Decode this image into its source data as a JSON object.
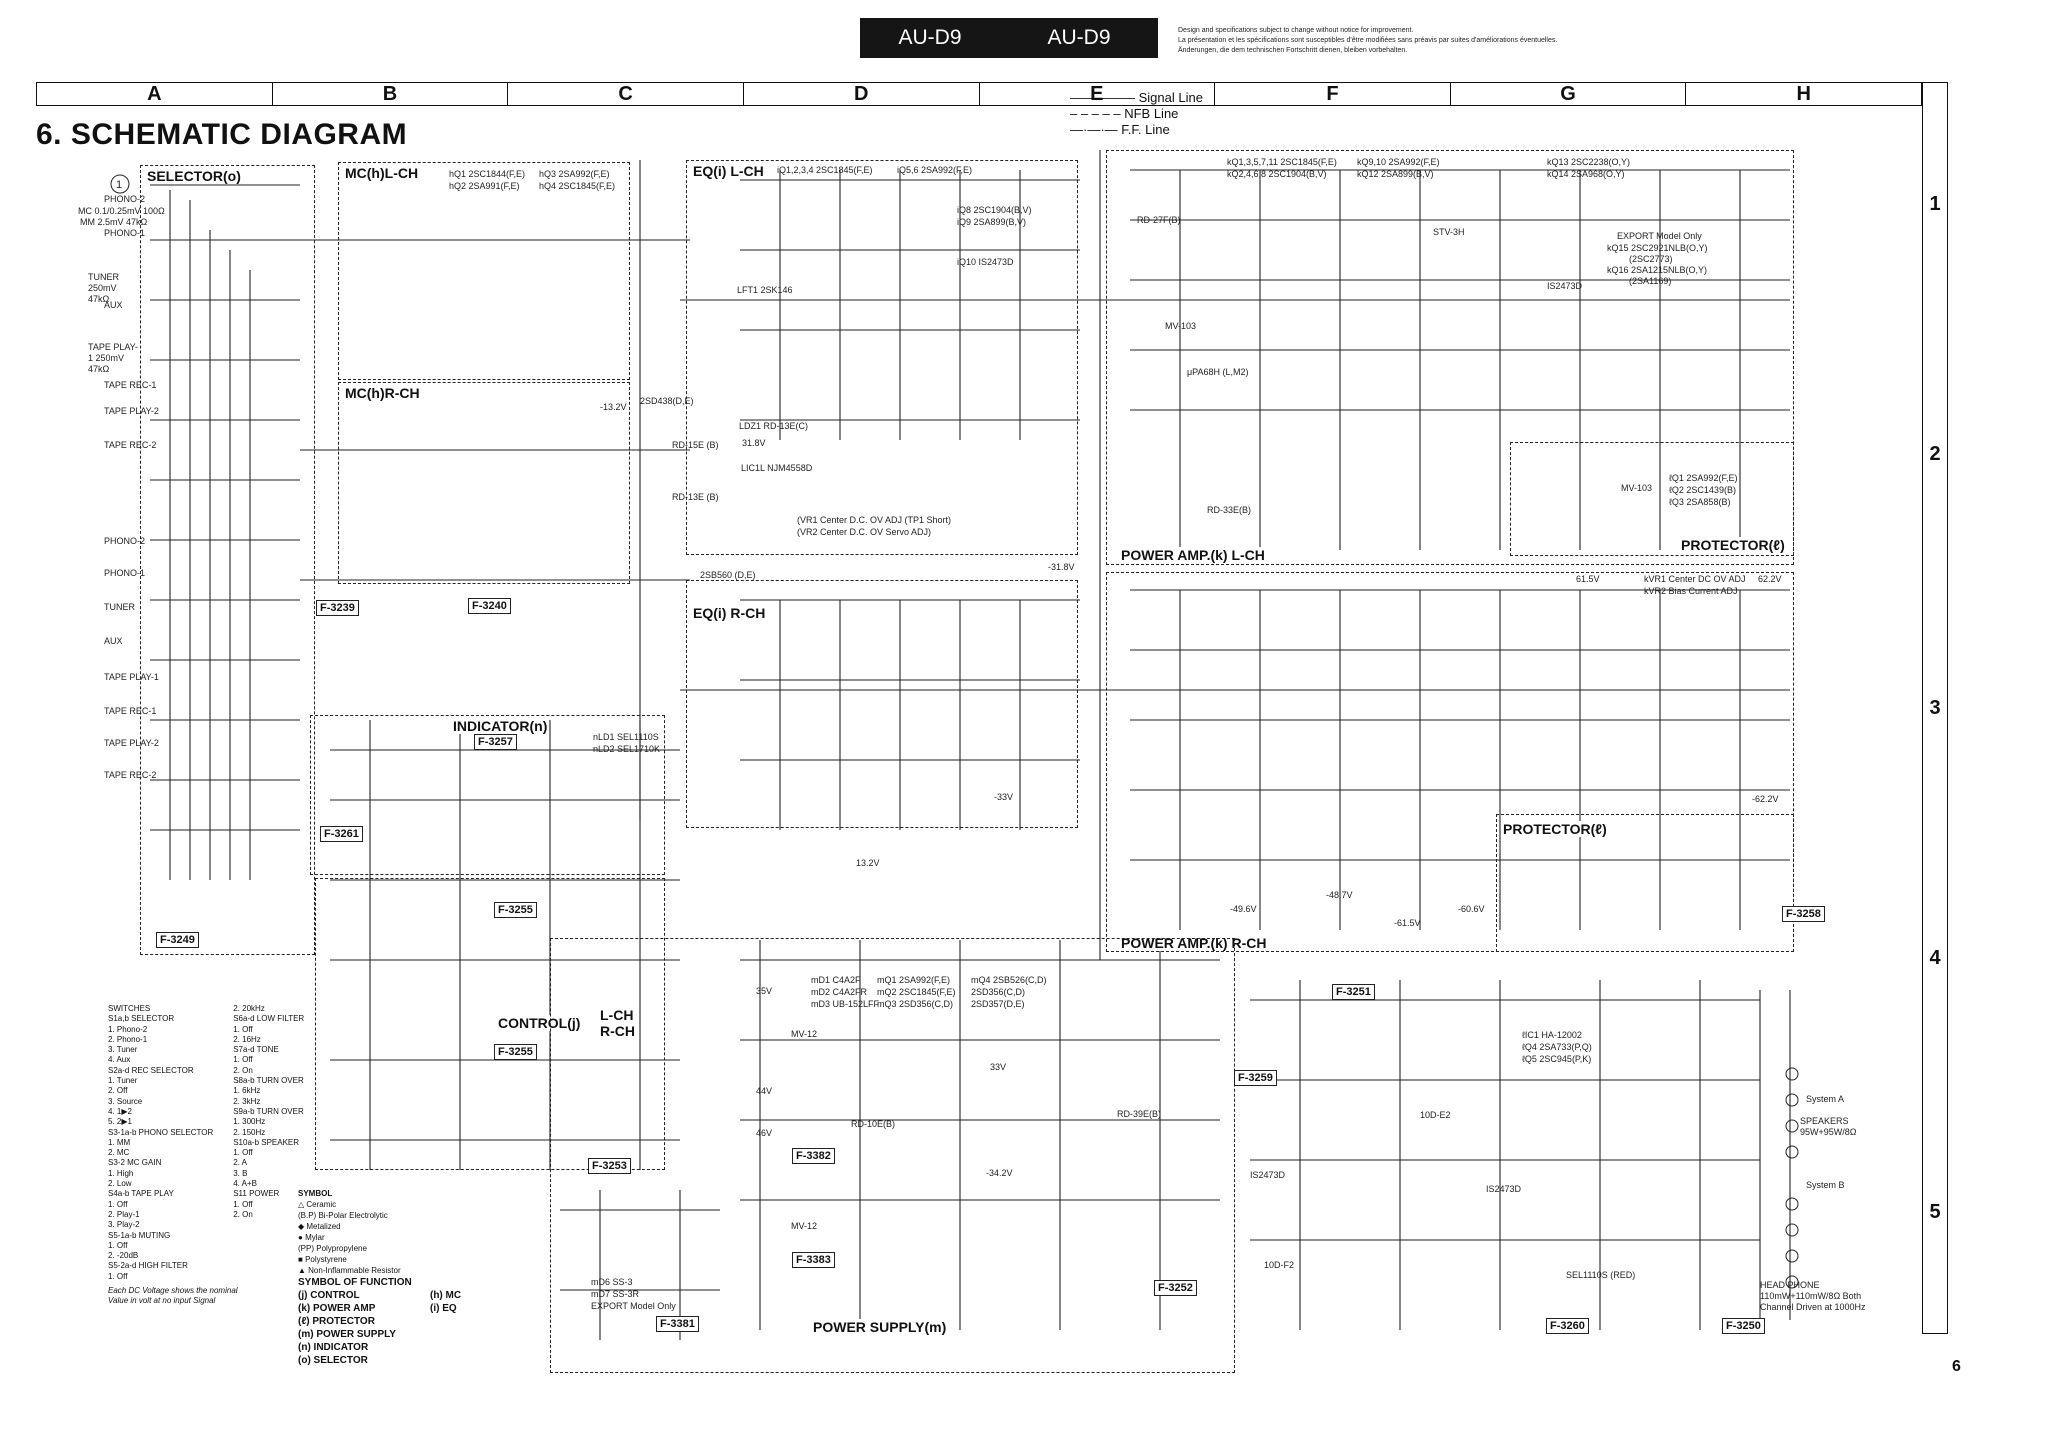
{
  "header": {
    "model_a": "AU-D9",
    "model_b": "AU-D9",
    "notes": [
      "Design and specifications subject to change without notice for improvement.",
      "La présentation et les spécifications sont susceptibles d'être modifiées sans préavis par suites d'améliorations éventuelles.",
      "Änderungen, die dem technischen Fortschritt dienen, bleiben vorbehalten."
    ]
  },
  "columns": [
    "A",
    "B",
    "C",
    "D",
    "E",
    "F",
    "G",
    "H"
  ],
  "rows": [
    "1",
    "2",
    "3",
    "4",
    "5"
  ],
  "line_legend": [
    "Signal Line",
    "NFB Line",
    "F.F. Line"
  ],
  "title": "6. SCHEMATIC DIAGRAM",
  "blocks": {
    "selector": "SELECTOR(o)",
    "mc_l": "MC(h)L-CH",
    "mc_r": "MC(h)R-CH",
    "eq_l": "EQ(i) L-CH",
    "eq_r": "EQ(i) R-CH",
    "pa_l": "POWER AMP.(k) L-CH",
    "pa_r": "POWER AMP.(k) R-CH",
    "prot_top": "PROTECTOR(ℓ)",
    "prot_bot": "PROTECTOR(ℓ)",
    "indicator": "INDICATOR(n)",
    "control": "CONTROL(j)",
    "ctl_l": "L-CH",
    "ctl_r": "R-CH",
    "psu": "POWER SUPPLY(m)"
  },
  "parts": {
    "mc_l": [
      "hQ1 2SC1844(F,E)",
      "hQ2 2SA991(F,E)",
      "hQ3 2SA992(F,E)",
      "hQ4 2SC1845(F,E)"
    ],
    "eq_l": [
      "iQ1,2,3,4 2SC1845(F,E)",
      "iQ5,6 2SA992(F,E)",
      "iQ8 2SC1904(B,V)",
      "iQ9 2SA899(B,V)",
      "iQ10 IS2473D",
      "LFT1 2SK146",
      "LDZ1 RD-13E(C)",
      "LIC1L NJM4558D"
    ],
    "pa_l": [
      "kQ1,3,5,7,11 2SC1845(F,E)",
      "kQ2,4,6,8 2SC1904(B,V)",
      "kQ9,10 2SA992(F,E)",
      "kQ12 2SA899(B,V)",
      "kQ13 2SC2238(O,Y)",
      "kQ14 2SA968(O,Y)",
      "kQ15 2SC2921NLB(O,Y)",
      "kQ16 2SA1215NLB(O,Y)",
      "(2SC2773)",
      "(2SA1169)",
      "EXPORT Model Only",
      "RD-27F(B)",
      "MV-103",
      "μPA68H (L,M2)",
      "STV-3H",
      "IS2473D",
      "RD-33E(B)"
    ],
    "prot_top": [
      "ℓQ1 2SA992(F,E)",
      "ℓQ2 2SC1439(B)",
      "ℓQ3 2SA858(B)",
      "MV-103"
    ],
    "mc_r": [
      "2SD438(D,E)",
      "RD-15E (B)",
      "RD-13E (B)",
      "2SB560 (D,E)"
    ],
    "indicator": [
      "nLD1 SEL1110S",
      "nLD2 SEL1710K"
    ],
    "psu": [
      "mD1 C4A2F",
      "mD2 C4A2FR",
      "mD3 UB-152LFF",
      "mQ1 2SA992(F,E)",
      "mQ2 2SC1845(F,E)",
      "mQ3 2SD356(C,D)",
      "mQ4 2SB526(C,D)",
      "2SD356(C,D)",
      "2SD357(D,E)",
      "MV-12",
      "MV-12",
      "RD-10E(B)",
      "RD-39E(B)",
      "mD6 SS-3",
      "mD7 SS-3R",
      "EXPORT Model Only"
    ],
    "prot_bot": [
      "ℓIC1 HA-12002",
      "ℓQ4 2SA733(P,Q)",
      "ℓQ5 2SC945(P,K)",
      "IS2473D",
      "IS2473D",
      "10D-E2",
      "10D-F2",
      "SEL1110S (RED)"
    ],
    "speakers": [
      "System A",
      "SPEAKERS 95W+95W/8Ω",
      "System B",
      "HEAD PHONE 110mW+110mW/8Ω Both Channel Driven at 1000Hz"
    ]
  },
  "boards": [
    "F-3239",
    "F-3240",
    "F-3257",
    "F-3261",
    "F-3249",
    "F-3255",
    "F-3255",
    "F-3253",
    "F-3382",
    "F-3383",
    "F-3381",
    "F-3251",
    "F-3259",
    "F-3252",
    "F-3260",
    "F-3250",
    "F-3258"
  ],
  "selector_inputs": [
    "PHONO-2",
    "MC 0.1/0.25mV 100Ω",
    "MM 2.5mV 47kΩ",
    "PHONO-1",
    "TUNER 250mV 47kΩ",
    "AUX",
    "TAPE PLAY-1 250mV 47kΩ",
    "TAPE REC-1",
    "TAPE PLAY-2",
    "TAPE REC-2",
    "PHONO-2",
    "PHONO-1",
    "TUNER",
    "AUX",
    "TAPE PLAY-1",
    "TAPE REC-1",
    "TAPE PLAY-2",
    "TAPE REC-2"
  ],
  "adjust": [
    "(VR1 Center D.C. OV ADJ (TP1 Short)",
    "(VR2 Center D.C. OV Servo ADJ)",
    "kVR1 Center DC OV ADJ",
    "kVR2 Bias Current ADJ"
  ],
  "voltages": [
    "31.8V",
    "-31.8V",
    "-13.2V",
    "13.2V",
    "61.5V",
    "62.2V",
    "-62.2V",
    "-33V",
    "33V",
    "-49.6V",
    "-48.7V",
    "-60.6V",
    "-61.5V",
    "-34.2V",
    "35V",
    "44V",
    "46V"
  ],
  "switches": [
    "SWITCHES",
    "S1a,b SELECTOR",
    "1. Phono-2",
    "2. Phono-1",
    "3. Tuner",
    "4. Aux",
    "S2a-d REC SELECTOR",
    "1. Tuner",
    "2. Off",
    "3. Source",
    "4. 1▶2",
    "5. 2▶1",
    "S3-1a-b PHONO SELECTOR",
    "1. MM",
    "2. MC",
    "S3-2 MC GAIN",
    "1. High",
    "2. Low",
    "S4a-b TAPE PLAY",
    "1. Off",
    "2. Play-1",
    "3. Play-2",
    "S5-1a-b MUTING",
    "1. Off",
    "2. -20dB",
    "S5-2a-d HIGH FILTER",
    "1. Off",
    "2. 20kHz",
    "S6a-d LOW FILTER",
    "1. Off",
    "2. 16Hz",
    "S7a-d TONE",
    "1. Off",
    "2. On",
    "S8a-b TURN OVER",
    "1. 6kHz",
    "2. 3kHz",
    "S9a-b TURN OVER",
    "1. 300Hz",
    "2. 150Hz",
    "S10a-b SPEAKER",
    "1. Off",
    "2. A",
    "3. B",
    "4. A+B",
    "S11 POWER",
    "1. Off",
    "2. On"
  ],
  "dc_note": "Each DC Voltage shows the nominal Value in volt at no input Signal",
  "symbol": [
    "SYMBOL",
    "Ceramic",
    "Bi-Polar Electrolytic",
    "Metalized",
    "Mylar",
    "Polypropylene",
    "Polystyrene",
    "Non-Inflammable Resistor"
  ],
  "symbol_of_function": [
    "SYMBOL OF FUNCTION",
    "(j) CONTROL",
    "(k) POWER AMP",
    "(ℓ) PROTECTOR",
    "(m) POWER SUPPLY",
    "(n) INDICATOR",
    "(o) SELECTOR",
    "(h) MC",
    "(i) EQ"
  ],
  "page_number": "6",
  "colors": {
    "ink": "#111111",
    "paper": "#ffffff",
    "header_bg": "#151515"
  }
}
